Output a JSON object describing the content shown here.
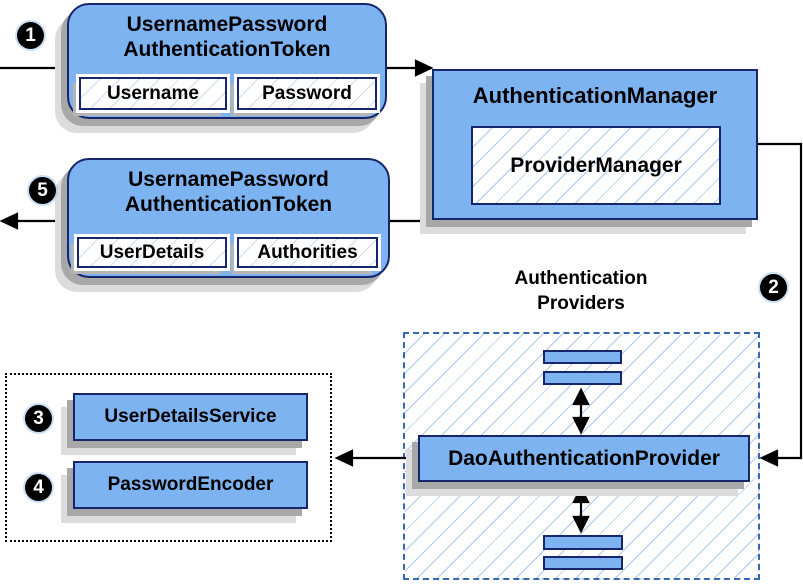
{
  "nodes": {
    "token_request": {
      "title": [
        "UsernamePassword",
        "AuthenticationToken"
      ],
      "fields": [
        "Username",
        "Password"
      ]
    },
    "authentication_manager": {
      "title": "AuthenticationManager",
      "inner": "ProviderManager"
    },
    "token_response": {
      "title": [
        "UsernamePassword",
        "AuthenticationToken"
      ],
      "fields": [
        "UserDetails",
        "Authorities"
      ]
    },
    "providers_group": {
      "label": [
        "Authentication",
        "Providers"
      ],
      "provider": "DaoAuthenticationProvider"
    },
    "services_group": {
      "items": [
        "UserDetailsService",
        "PasswordEncoder"
      ]
    }
  },
  "steps": {
    "one": "1",
    "two": "2",
    "three": "3",
    "four": "4",
    "five": "5"
  },
  "colors": {
    "box_fill": "#7eb3f1",
    "box_border": "#17266b",
    "hatch_line": "#a9c9ef",
    "hatch_line_soft": "#c9ddf5",
    "dashed_border": "#3767b0",
    "dotted_border": "#000000",
    "shadow_dark": "#a8a8a8",
    "shadow_light": "#dcdcdc",
    "connector": "#000000",
    "badge_bg": "#000000",
    "badge_text": "#ffffff"
  }
}
